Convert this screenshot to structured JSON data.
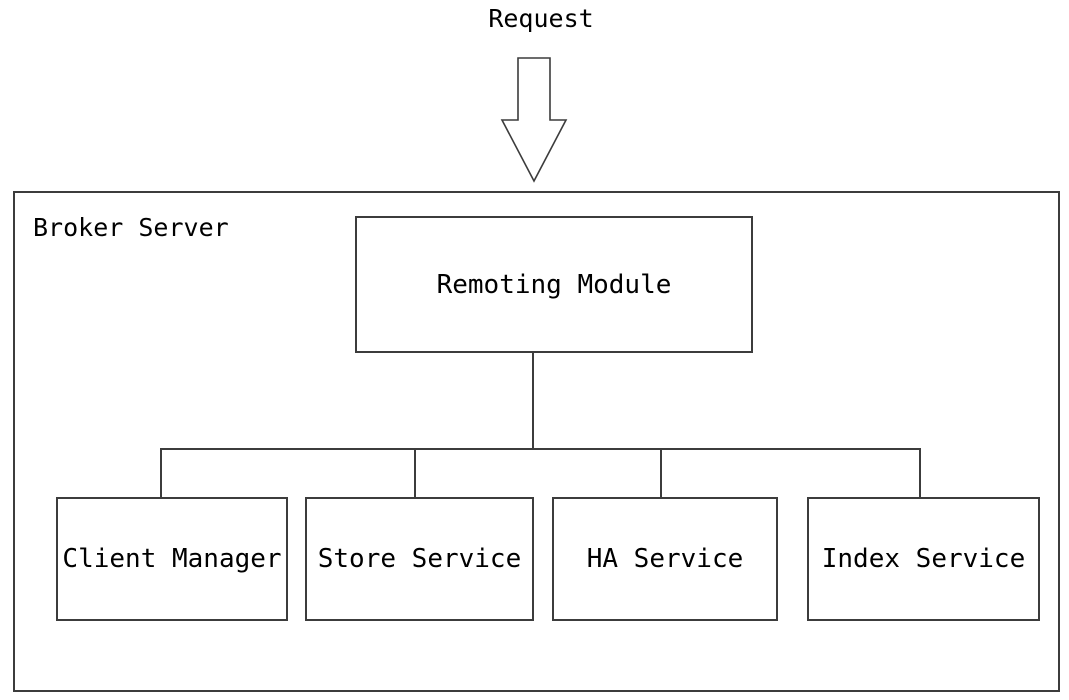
{
  "diagram": {
    "request_label": "Request",
    "container": {
      "title": "Broker Server"
    },
    "top_module": {
      "label": "Remoting Module"
    },
    "children": [
      {
        "label": "Client Manager"
      },
      {
        "label": "Store Service"
      },
      {
        "label": "HA Service"
      },
      {
        "label": "Index Service"
      }
    ],
    "icons": {
      "down_arrow": "block-arrow-down"
    },
    "colors": {
      "line": "#3c3c3c",
      "text": "#000000",
      "background": "#ffffff"
    }
  }
}
